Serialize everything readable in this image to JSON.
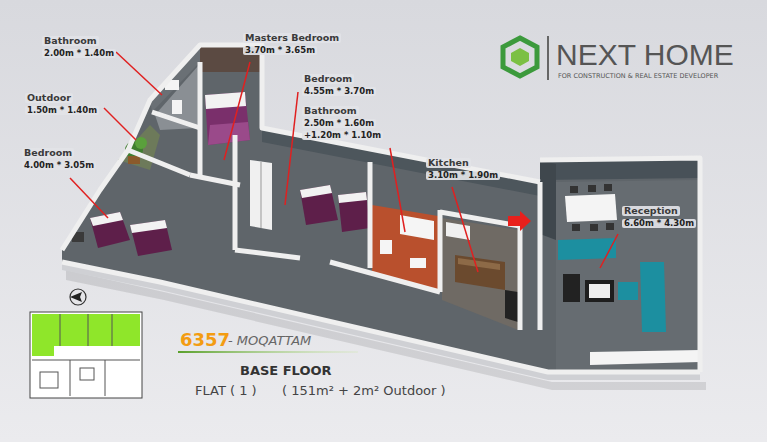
{
  "diagram": {
    "labels": [
      "Masters Bedroom",
      "3.70m * 3.65m",
      "Bathroom",
      "2.00m * 1.40m",
      "Bedroom",
      "4.55m * 3.70m",
      "Bathroom",
      "2.50m * 1.60m",
      "+1.20m * 1.10m",
      "Outdoor",
      "1.50m * 1.40m",
      "NEXT HOME",
      "FOR CONSTRUCTION & REAL ESTATE DEVELOPER",
      "Bedroom",
      "4.00m * 3.05m",
      "Kitchen",
      "3.10m * 1.90m",
      "Reception",
      "6.60m * 4.30m",
      "6357",
      "- MOQATTAM",
      "BASE FLOOR",
      "FLAT ( 1 )",
      "( 151m² + 2m² Outdoor )"
    ]
  }
}
